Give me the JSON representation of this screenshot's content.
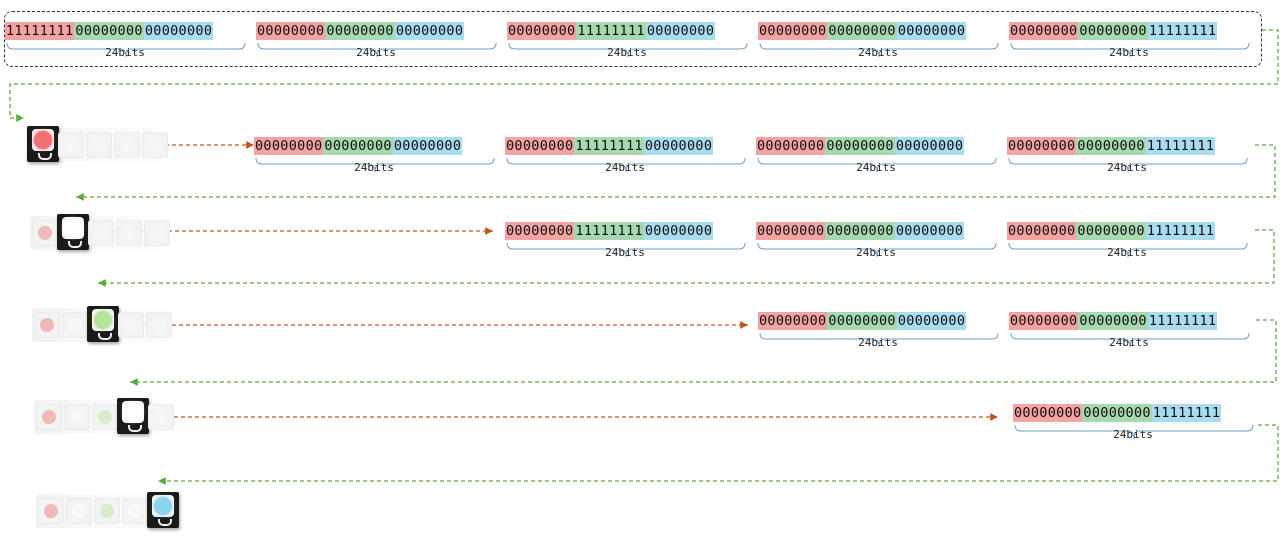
{
  "colors": {
    "red": "#f4a3a3",
    "green": "#a6d9b0",
    "blue": "#a9dcef",
    "data_arrow": "#c0561c",
    "return_arrow": "#5aaa3c",
    "frame": "#333333"
  },
  "packets": {
    "red": {
      "r": "11111111",
      "g": "00000000",
      "b": "00000000",
      "label": "24bits"
    },
    "off": {
      "r": "00000000",
      "g": "00000000",
      "b": "00000000",
      "label": "24bits"
    },
    "green": {
      "r": "00000000",
      "g": "11111111",
      "b": "00000000",
      "label": "24bits"
    },
    "blue": {
      "r": "00000000",
      "g": "00000000",
      "b": "11111111",
      "label": "24bits"
    }
  },
  "rows": [
    {
      "packets": [
        "red",
        "off",
        "green",
        "off",
        "blue"
      ]
    },
    {
      "packets": [
        "off",
        "green",
        "off",
        "blue"
      ],
      "lit_led": 1,
      "led_color": "red"
    },
    {
      "packets": [
        "green",
        "off",
        "blue"
      ],
      "lit_led": 2,
      "led_color": "off"
    },
    {
      "packets": [
        "off",
        "blue"
      ],
      "lit_led": 3,
      "led_color": "green"
    },
    {
      "packets": [
        "blue"
      ],
      "lit_led": 4,
      "led_color": "off"
    },
    {
      "packets": [],
      "lit_led": 5,
      "led_color": "blue"
    }
  ],
  "led_glow": {
    "red": "#f07070",
    "off": "#ffffff",
    "green": "#b5e59a",
    "blue": "#8fd4ee"
  },
  "icons": {
    "led_strip": "led-strip-icon",
    "data_arrow": "arrow-right-icon",
    "return_arrow": "dashed-return-arrow-icon"
  }
}
